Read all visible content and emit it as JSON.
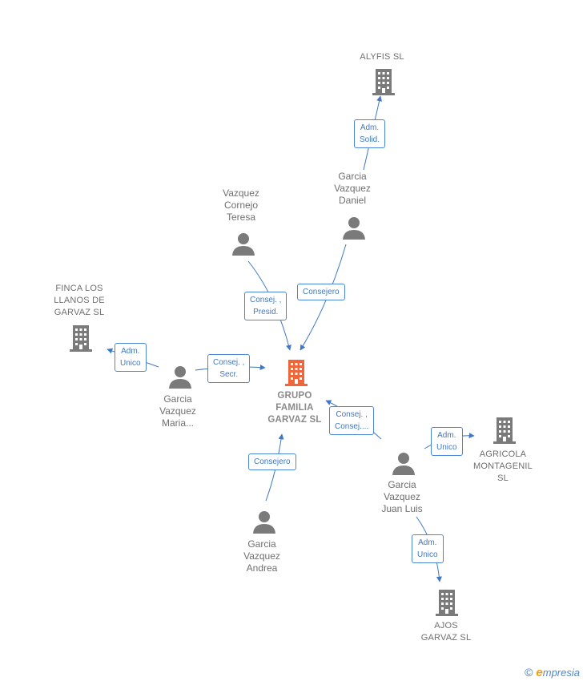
{
  "colors": {
    "edge": "#3f78c4",
    "node_gray": "#7a7a7a",
    "center": "#f0663a",
    "footer_accent": "#f39c12"
  },
  "center": {
    "line1": "GRUPO",
    "line2": "FAMILIA",
    "line3": "GARVAZ  SL"
  },
  "companies": {
    "alyfis": {
      "line1": "ALYFIS  SL"
    },
    "finca": {
      "line1": "FINCA LOS",
      "line2": "LLANOS DE",
      "line3": "GARVAZ  SL"
    },
    "agricola": {
      "line1": "AGRICOLA",
      "line2": "MONTAGENIL",
      "line3": "SL"
    },
    "ajos": {
      "line1": "AJOS",
      "line2": "GARVAZ SL"
    }
  },
  "persons": {
    "teresa": {
      "line1": "Vazquez",
      "line2": "Cornejo",
      "line3": "Teresa"
    },
    "daniel": {
      "line1": "Garcia",
      "line2": "Vazquez",
      "line3": "Daniel"
    },
    "maria": {
      "line1": "Garcia",
      "line2": "Vazquez",
      "line3": "Maria..."
    },
    "andrea": {
      "line1": "Garcia",
      "line2": "Vazquez",
      "line3": "Andrea"
    },
    "juanluis": {
      "line1": "Garcia",
      "line2": "Vazquez",
      "line3": "Juan Luis"
    }
  },
  "edges": {
    "daniel_alyfis": {
      "line1": "Adm.",
      "line2": "Solid."
    },
    "teresa_center": {
      "line1": "Consej. ,",
      "line2": "Presid."
    },
    "daniel_center": {
      "line1": "Consejero"
    },
    "maria_center": {
      "line1": "Consej. ,",
      "line2": "Secr."
    },
    "maria_finca": {
      "line1": "Adm.",
      "line2": "Unico"
    },
    "andrea_center": {
      "line1": "Consejero"
    },
    "juanluis_center": {
      "line1": "Consej. ,",
      "line2": "Consej...."
    },
    "juanluis_agricola": {
      "line1": "Adm.",
      "line2": "Unico"
    },
    "juanluis_ajos": {
      "line1": "Adm.",
      "line2": "Unico"
    }
  },
  "footer": {
    "copyright": "©",
    "brand_initial": "e",
    "brand_rest": "mpresia"
  }
}
